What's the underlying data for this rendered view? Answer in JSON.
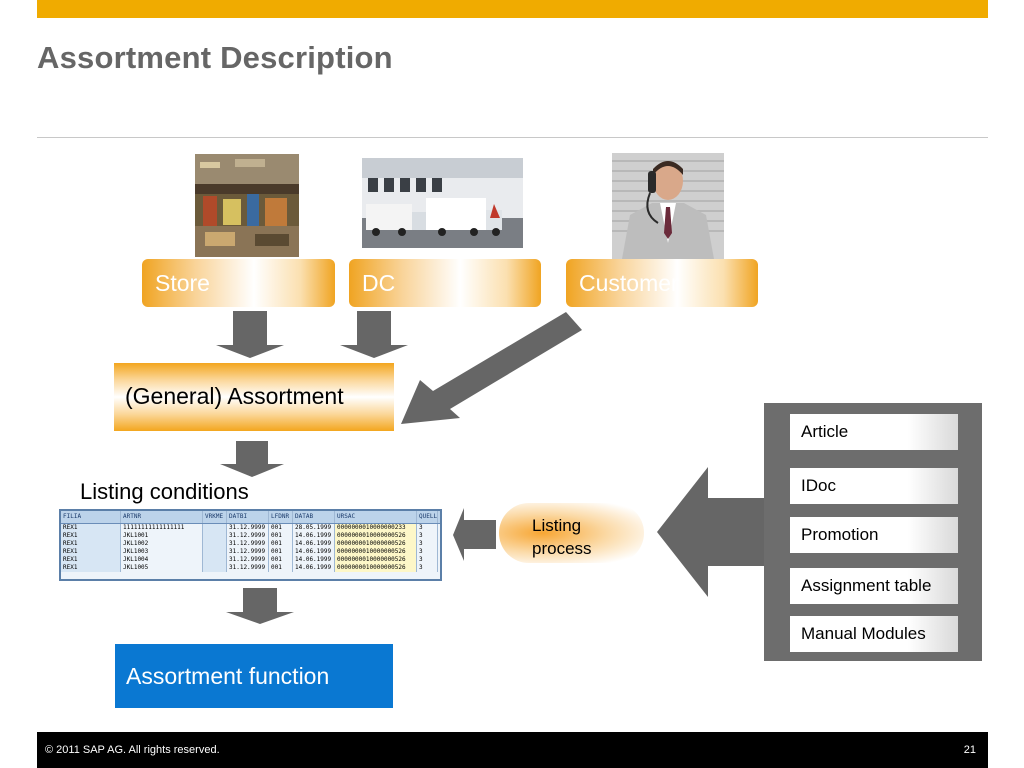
{
  "title": "Assortment Description",
  "sources": {
    "store_label": "Store",
    "dc_label": "DC",
    "customer_label": "Customer"
  },
  "general_assortment_label": "(General) Assortment",
  "listing_conditions_label": "Listing conditions",
  "listing_table": {
    "columns": [
      "FILIA",
      "ARTNR",
      "VRKME",
      "DATBI",
      "LFDNR",
      "DATAB",
      "URSAC",
      "QUELL"
    ],
    "rows": [
      [
        "REX1",
        "11111111111111111",
        "",
        "31.12.9999",
        "001",
        "28.05.1999",
        "0000000010000000233",
        "3"
      ],
      [
        "REX1",
        "JKL1001",
        "",
        "31.12.9999",
        "001",
        "14.06.1999",
        "0000000010000000526",
        "3"
      ],
      [
        "REX1",
        "JKL1002",
        "",
        "31.12.9999",
        "001",
        "14.06.1999",
        "0000000010000000526",
        "3"
      ],
      [
        "REX1",
        "JKL1003",
        "",
        "31.12.9999",
        "001",
        "14.06.1999",
        "0000000010000000526",
        "3"
      ],
      [
        "REX1",
        "JKL1004",
        "",
        "31.12.9999",
        "001",
        "14.06.1999",
        "0000000010000000526",
        "3"
      ],
      [
        "REX1",
        "JKL1005",
        "",
        "31.12.9999",
        "001",
        "14.06.1999",
        "0000000010000000526",
        "3"
      ]
    ]
  },
  "listing_process_line1": "Listing",
  "listing_process_line2": "process",
  "assortment_function_label": "Assortment function",
  "panel_items": [
    "Article",
    "IDoc",
    "Promotion",
    "Assignment table",
    "Manual Modules"
  ],
  "footer": {
    "copyright": "© 2011 SAP AG. All rights reserved.",
    "page_number": "21"
  },
  "colors": {
    "accent_orange": "#f0ab00",
    "title_gray": "#666666",
    "function_blue": "#0a78d2",
    "panel_gray": "#6d6d6d",
    "arrow_gray": "#666666"
  }
}
